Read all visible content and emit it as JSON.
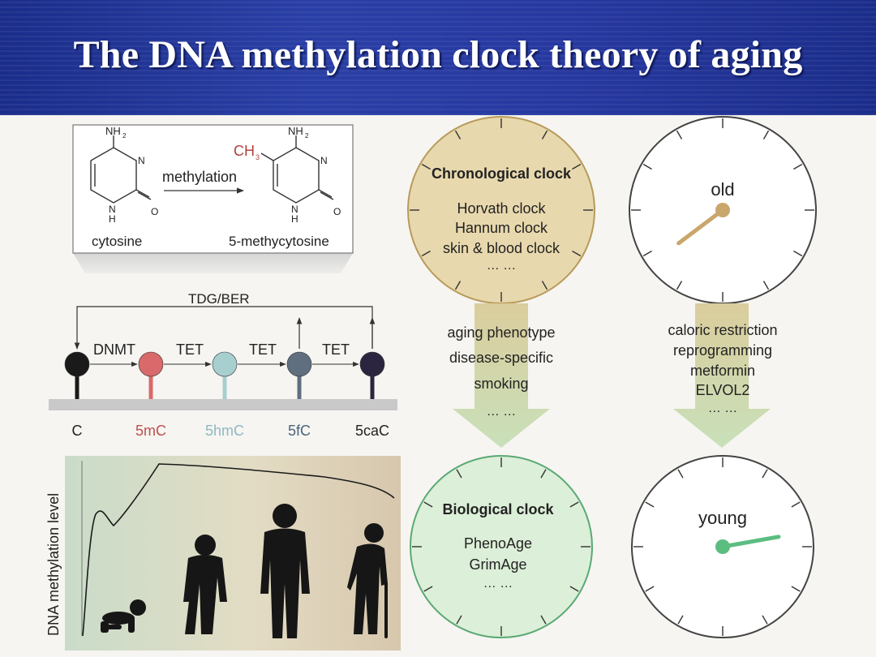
{
  "title": "The DNA methylation clock theory of aging",
  "chemistry": {
    "nh2_left": "NH",
    "nh2_right": "NH",
    "sub2": "2",
    "n_label": "N",
    "h_label": "H",
    "o_label": "O",
    "ch3": "CH",
    "sub3": "3",
    "reaction": "methylation",
    "left_name": "cytosine",
    "right_name": "5-methycytosine",
    "ch3_color": "#b0413e"
  },
  "pathway": {
    "top_label": "TDG/BER",
    "enzymes": [
      "DNMT",
      "TET",
      "TET",
      "TET"
    ],
    "nodes": [
      {
        "label": "C",
        "color": "#1a1a1a",
        "label_color": "#222222"
      },
      {
        "label": "5mC",
        "color": "#d9696a",
        "label_color": "#c0504d"
      },
      {
        "label": "5hmC",
        "color": "#a8cfd0",
        "label_color": "#8fb8c2"
      },
      {
        "label": "5fC",
        "color": "#5f6f80",
        "label_color": "#4a6480"
      },
      {
        "label": "5caC",
        "color": "#2b2540",
        "label_color": "#222222"
      }
    ]
  },
  "methylation_plot": {
    "ylabel": "DNA methylation level"
  },
  "chronological_clock": {
    "title": "Chronological clock",
    "items": [
      "Horvath clock",
      "Hannum clock",
      "skin & blood clock",
      "… …"
    ],
    "fill": "#e8d8ad",
    "stroke": "#b89a5a"
  },
  "influencers_left": [
    "aging phenotype",
    "disease-specific",
    "smoking",
    "… …"
  ],
  "biological_clock": {
    "title": "Biological clock",
    "items": [
      "PhenoAge",
      "GrimAge",
      "… …"
    ],
    "fill": "#dcefd8",
    "stroke": "#5aa974"
  },
  "old_clock": {
    "label": "old",
    "hand_color": "#c9a66b"
  },
  "interventions_right": [
    "caloric restriction",
    "reprogramming",
    "metformin",
    "ELVOL2",
    "… …"
  ],
  "young_clock": {
    "label": "young",
    "hand_color": "#5bbd80"
  }
}
